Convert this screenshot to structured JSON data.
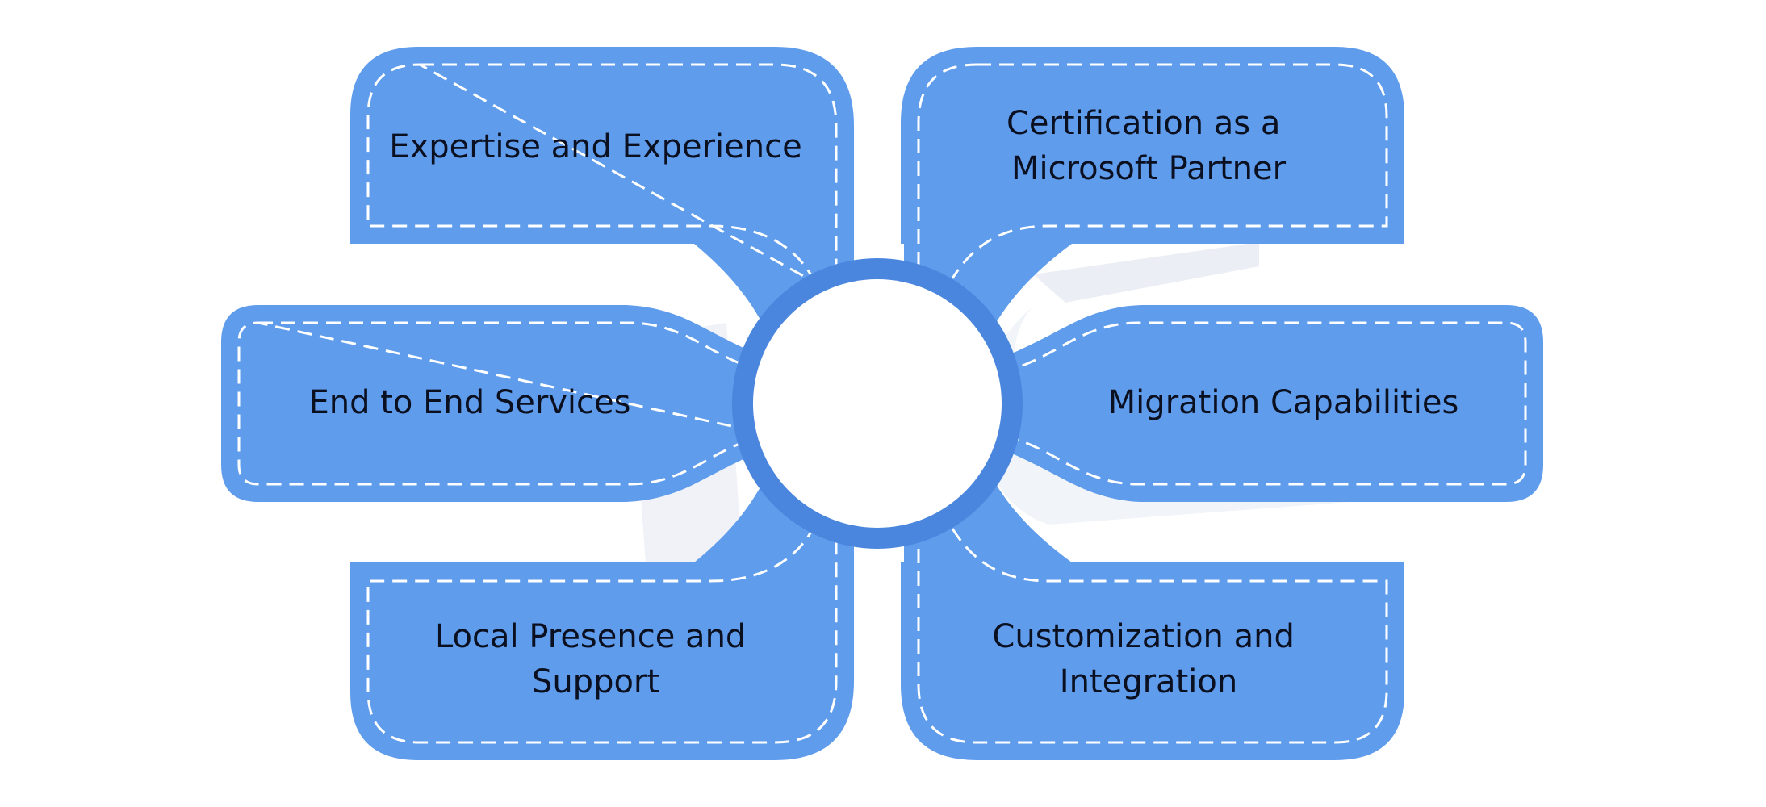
{
  "diagram": {
    "colors": {
      "box_fill": "#5f9cec",
      "hub_ring": "#4a86de",
      "hub_fill": "#ffffff",
      "dash": "#ffffff",
      "watermark": "#e9edf3"
    },
    "items": [
      {
        "id": "expertise",
        "lines": [
          "Expertise and Experience"
        ]
      },
      {
        "id": "certification",
        "lines": [
          "Certification as a",
          "Microsoft Partner"
        ]
      },
      {
        "id": "end-to-end",
        "lines": [
          "End to End Services"
        ]
      },
      {
        "id": "migration",
        "lines": [
          "Migration Capabilities"
        ]
      },
      {
        "id": "local-presence",
        "lines": [
          "Local Presence and",
          "Support"
        ]
      },
      {
        "id": "customization",
        "lines": [
          "Customization and",
          "Integration"
        ]
      }
    ]
  }
}
